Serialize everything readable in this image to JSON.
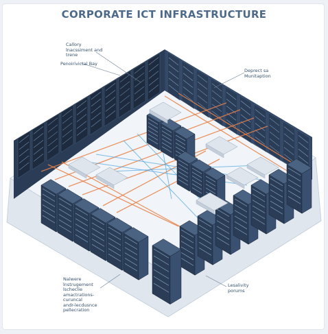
{
  "title": "CORPORATE ICT INFRASTRUCTURE",
  "labels": {
    "top_left": "Callory\nlnacssiment and\ntrene",
    "bay": "Penoirivictal Bay",
    "top_right": "Deprect sa\nMunitaption",
    "bottom_left": "Nalwere\nlnstrugement\nlscheclie\namactrations-\ncuruncal\nandr-lecdusnce\npellecration",
    "bottom_right": "Lesalivity\nporums"
  },
  "colors": {
    "rack": "#2b3d56",
    "rack_dark": "#1e2b3e",
    "rack_side": "#3a5070",
    "floor": "#f1f5f9",
    "cable_orange": "#e8834a",
    "cable_blue": "#4aa3e0",
    "switch": "#dfe5ec"
  }
}
